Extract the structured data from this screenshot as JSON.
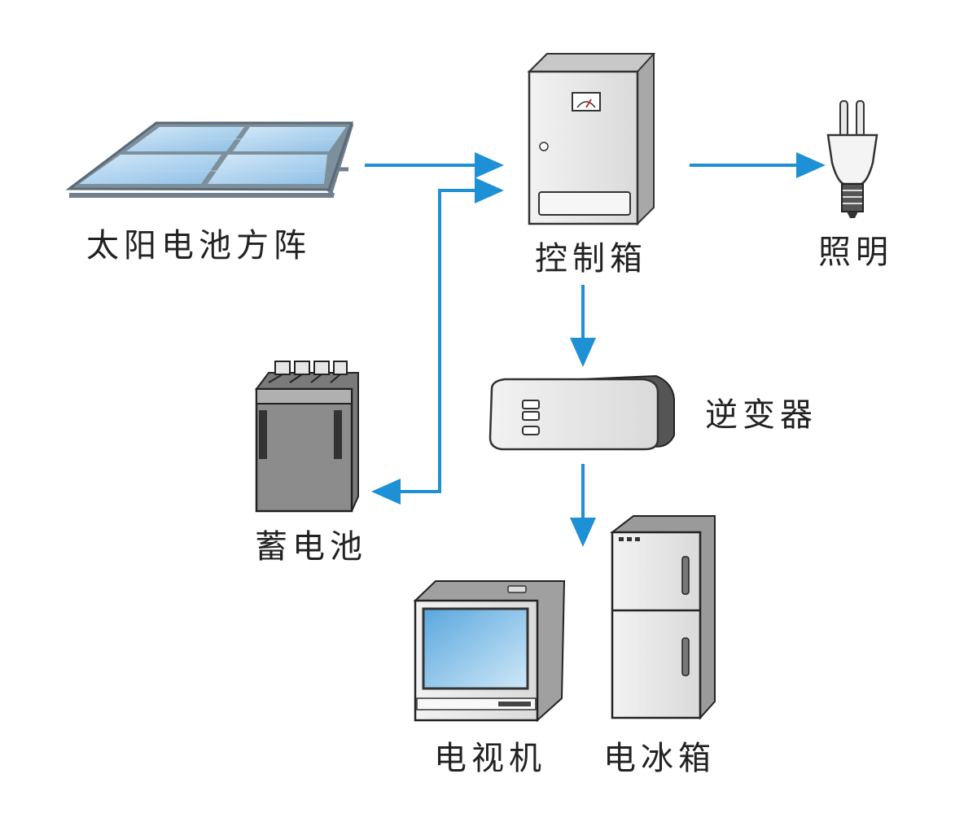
{
  "labels": {
    "solar_array": "太阳电池方阵",
    "controller": "控制箱",
    "lighting": "照明",
    "inverter": "逆变器",
    "battery": "蓄电池",
    "tv": "电视机",
    "fridge": "电冰箱"
  },
  "colors": {
    "arrow": "#1e90d6",
    "panel_cell": "#a9cfee",
    "panel_frame": "#6f7f8c",
    "device_fill": "#e6e6e6",
    "device_side": "#9a9a9a",
    "tv_screen": "#7fbfea"
  },
  "edges": [
    {
      "from": "solar_array",
      "to": "controller"
    },
    {
      "from": "controller",
      "to": "lighting"
    },
    {
      "from": "controller",
      "to": "inverter"
    },
    {
      "from": "controller",
      "to": "battery",
      "bidirectional": true
    },
    {
      "from": "inverter",
      "to": "tv_fridge"
    }
  ]
}
